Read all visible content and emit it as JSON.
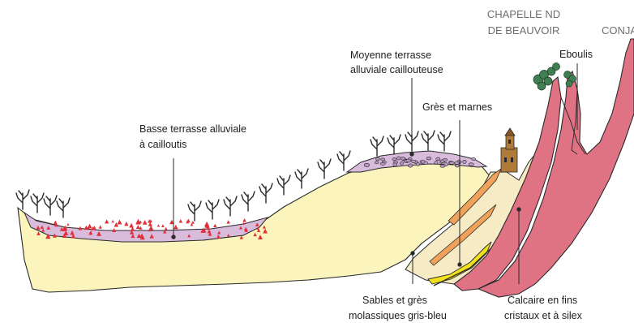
{
  "labels": {
    "chapelle": [
      "CHAPELLE ND",
      "DE BEAUVOIR"
    ],
    "conjau": "CONJAU",
    "eboulis": "Eboulis",
    "moyenne_terrasse": [
      "Moyenne terrasse",
      "alluviale caillouteuse"
    ],
    "gres_marnes": "Grès et marnes",
    "basse_terrasse": [
      "Basse terrasse alluviale",
      "à cailloutis"
    ],
    "sables": [
      "Sables et grès",
      "molassiques gris-bleu"
    ],
    "calcaire": [
      "Calcaire en fins",
      "cristaux et à silex"
    ]
  },
  "colors": {
    "sand": "#fbf5bd",
    "marl": "#f6ebc5",
    "terrace": "#d9bbdc",
    "limestone": "#e07383",
    "limestone_dark": "#c05060",
    "pebbles": "#e0303a",
    "orange_band": "#f1a25a",
    "yellow_band": "#f2e21e",
    "vegetation": "#3f7f52",
    "outline": "#2a2a2a"
  },
  "icons": [
    "vine-icon",
    "chapel-icon",
    "shrub-icon",
    "pebble-icon"
  ]
}
